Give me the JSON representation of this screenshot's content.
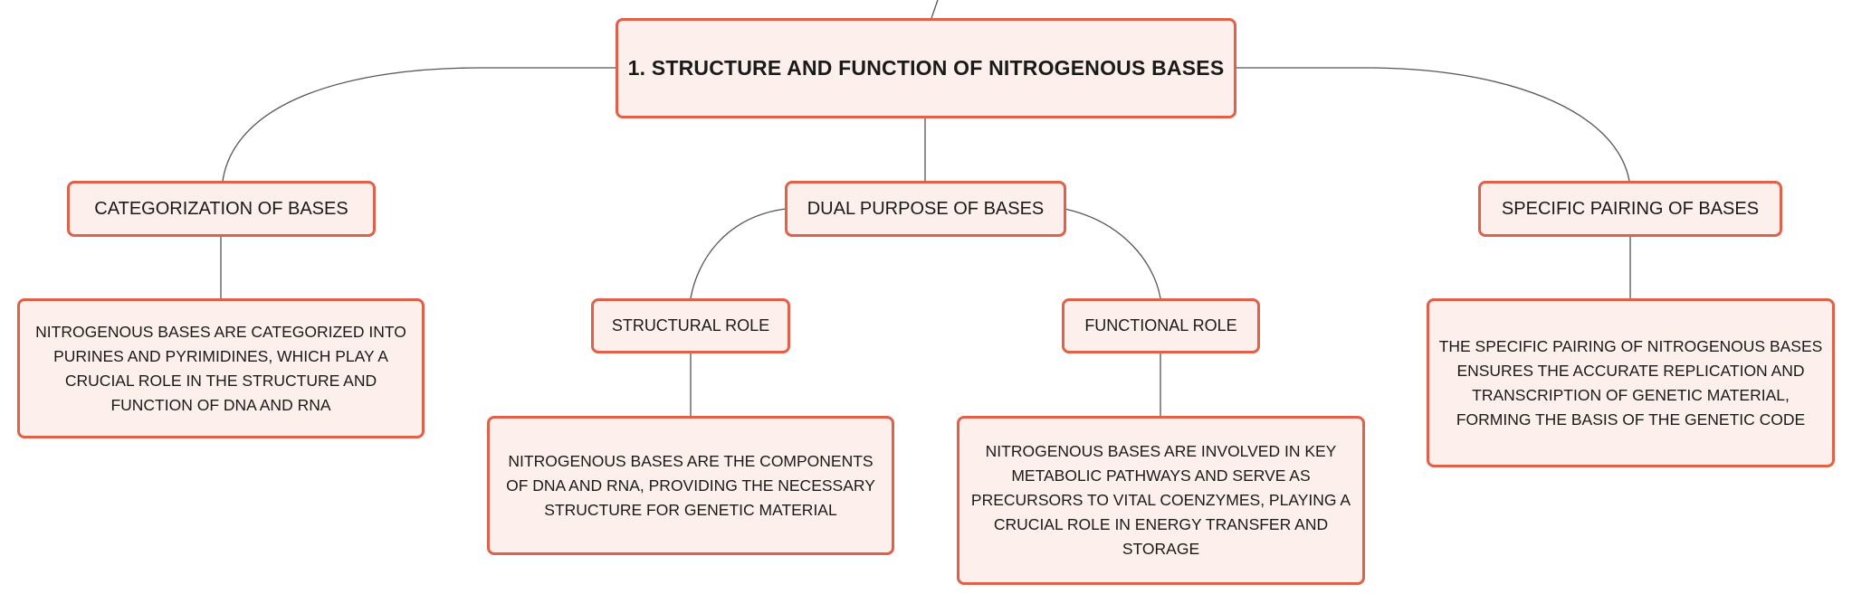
{
  "root": {
    "title": "1. STRUCTURE AND FUNCTION OF NITROGENOUS BASES"
  },
  "branches": {
    "categorization": {
      "label": "CATEGORIZATION OF BASES",
      "detail": "NITROGENOUS BASES ARE CATEGORIZED INTO PURINES AND PYRIMIDINES, WHICH PLAY A CRUCIAL ROLE IN THE STRUCTURE AND FUNCTION OF DNA AND RNA"
    },
    "dual_purpose": {
      "label": "DUAL PURPOSE OF BASES",
      "structural": {
        "label": "STRUCTURAL ROLE",
        "detail": "NITROGENOUS BASES ARE THE COMPONENTS OF DNA AND RNA, PROVIDING THE NECESSARY STRUCTURE FOR GENETIC MATERIAL"
      },
      "functional": {
        "label": "FUNCTIONAL ROLE",
        "detail": "NITROGENOUS BASES ARE INVOLVED IN KEY METABOLIC PATHWAYS AND SERVE AS PRECURSORS TO VITAL COENZYMES, PLAYING A CRUCIAL ROLE IN ENERGY TRANSFER AND STORAGE"
      }
    },
    "specific_pairing": {
      "label": "SPECIFIC PAIRING OF BASES",
      "detail": "THE SPECIFIC PAIRING OF NITROGENOUS BASES ENSURES THE ACCURATE REPLICATION AND TRANSCRIPTION OF GENETIC MATERIAL, FORMING THE BASIS OF THE GENETIC CODE"
    }
  },
  "colors": {
    "node_fill": "#fdf0ec",
    "node_border": "#e0604a",
    "connector": "#555555"
  }
}
